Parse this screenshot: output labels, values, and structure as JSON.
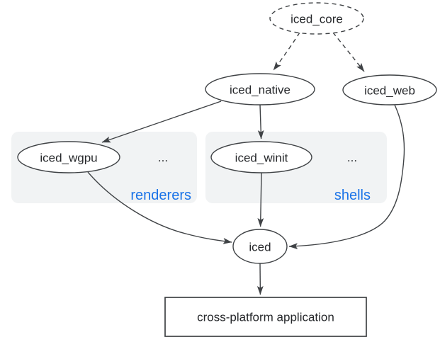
{
  "diagram": {
    "nodes": {
      "iced_core": "iced_core",
      "iced_native": "iced_native",
      "iced_web": "iced_web",
      "iced_wgpu": "iced_wgpu",
      "iced_winit": "iced_winit",
      "iced": "iced",
      "application": "cross-platform application"
    },
    "groups": {
      "renderers": {
        "label": "renderers",
        "more": "..."
      },
      "shells": {
        "label": "shells",
        "more": "..."
      }
    },
    "edges": [
      {
        "from": "iced_core",
        "to": "iced_native",
        "style": "dashed"
      },
      {
        "from": "iced_core",
        "to": "iced_web",
        "style": "dashed"
      },
      {
        "from": "iced_native",
        "to": "iced_wgpu",
        "style": "solid"
      },
      {
        "from": "iced_native",
        "to": "iced_winit",
        "style": "solid"
      },
      {
        "from": "iced_wgpu",
        "to": "iced",
        "style": "solid"
      },
      {
        "from": "iced_winit",
        "to": "iced",
        "style": "solid"
      },
      {
        "from": "iced_web",
        "to": "iced",
        "style": "solid"
      },
      {
        "from": "iced",
        "to": "application",
        "style": "solid"
      }
    ],
    "colors": {
      "stroke": "#3f4245",
      "text": "#26282b",
      "group_fill": "#f1f3f4",
      "group_label": "#1a73e8",
      "node_fill": "#ffffff",
      "background": "#ffffff"
    }
  }
}
